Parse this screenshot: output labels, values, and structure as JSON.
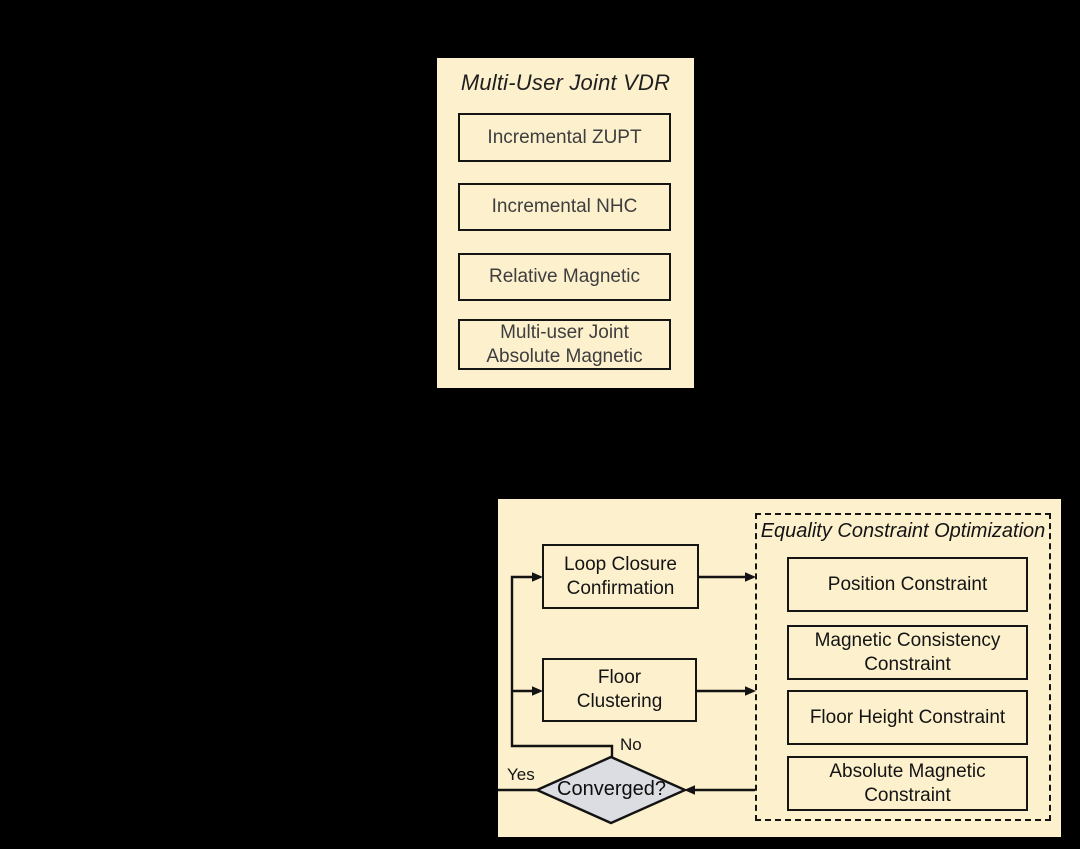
{
  "colors": {
    "background": "#000000",
    "panel": "#FCF0CD",
    "diamond_fill": "#DBDDE2",
    "line": "#131313"
  },
  "vdr_panel": {
    "title": "Multi-User Joint VDR",
    "boxes": [
      "Incremental ZUPT",
      "Incremental NHC",
      "Relative Magnetic",
      "Multi-user Joint\nAbsolute Magnetic"
    ]
  },
  "optimization_panel": {
    "loop_box": "Loop Closure\nConfirmation",
    "floor_box": "Floor\nClustering",
    "decision": "Converged?",
    "label_yes": "Yes",
    "label_no": "No",
    "eco": {
      "title": "Equality Constraint Optimization",
      "boxes": [
        "Position Constraint",
        "Magnetic Consistency\nConstraint",
        "Floor Height Constraint",
        "Absolute Magnetic\nConstraint"
      ]
    }
  }
}
